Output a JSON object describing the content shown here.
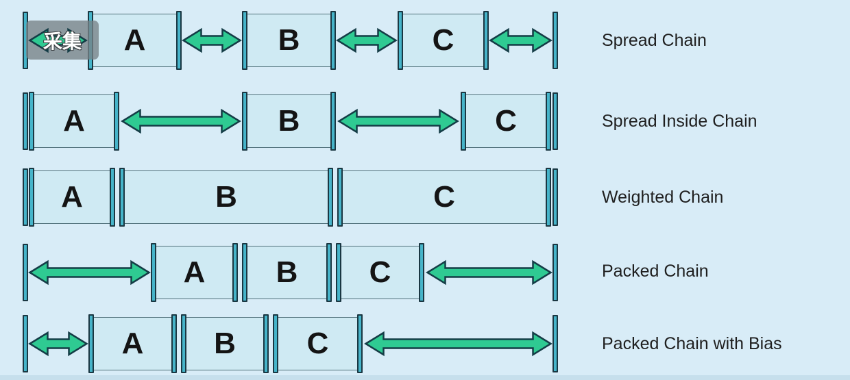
{
  "overlay": {
    "capture_label": "采集"
  },
  "rows": [
    {
      "label": "Spread Chain",
      "boxes": [
        "A",
        "B",
        "C"
      ]
    },
    {
      "label": "Spread Inside Chain",
      "boxes": [
        "A",
        "B",
        "C"
      ]
    },
    {
      "label": "Weighted Chain",
      "boxes": [
        "A",
        "B",
        "C"
      ]
    },
    {
      "label": "Packed Chain",
      "boxes": [
        "A",
        "B",
        "C"
      ]
    },
    {
      "label": "Packed Chain with Bias",
      "boxes": [
        "A",
        "B",
        "C"
      ]
    }
  ],
  "colors": {
    "background": "#d8ecf7",
    "widget_fill": "#cfeaf3",
    "widget_border": "#4e6e78",
    "handle_fill": "#46b4c9",
    "handle_border": "#1a3742",
    "arrow_fill": "#2fca92",
    "arrow_outline": "#143c46",
    "label_color": "#1f1f1f",
    "badge_background": "#768187",
    "badge_text_color": "#ffffff"
  }
}
